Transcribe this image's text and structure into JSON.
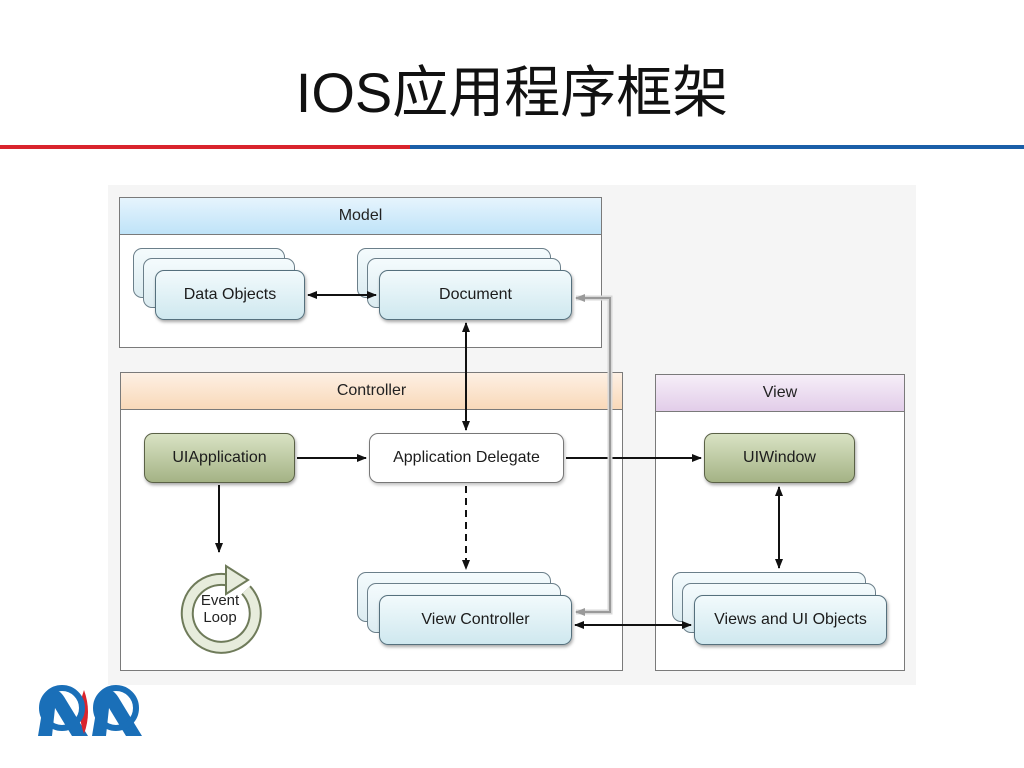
{
  "slide": {
    "title": "IOS应用程序框架"
  },
  "diagram": {
    "groups": {
      "model": "Model",
      "controller": "Controller",
      "view": "View"
    },
    "nodes": {
      "data_objects": "Data Objects",
      "document": "Document",
      "ui_application": "UIApplication",
      "application_delegate": "Application Delegate",
      "event_loop_line1": "Event",
      "event_loop_line2": "Loop",
      "view_controller": "View Controller",
      "ui_window": "UIWindow",
      "views_and_ui_objects": "Views and UI Objects"
    }
  },
  "colors": {
    "divider_left": "#d9242d",
    "divider_right": "#1a5fa8",
    "logo_blue": "#1a6fb8",
    "logo_red": "#d9242d"
  }
}
